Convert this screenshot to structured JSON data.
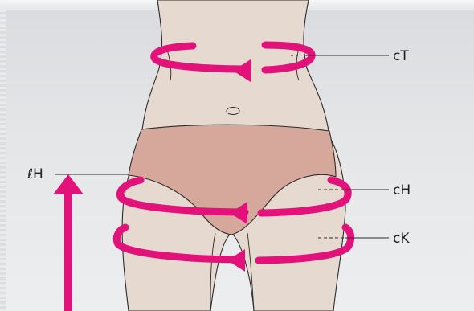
{
  "labels": {
    "waist": "cT",
    "hip": "cH",
    "thigh": "cK",
    "side_length": "ℓH"
  },
  "colors": {
    "arrow": "#e2127a",
    "skin": "#e6d9cf",
    "briefs": "#d6a79b",
    "outline": "#2b2b2b",
    "background": "#e3e5e7"
  },
  "icons": {
    "waist_arrow": "circular-arrow-icon",
    "hip_arrow": "circular-arrow-icon",
    "thigh_arrow": "circular-arrow-icon",
    "length_arrow": "up-arrow-icon"
  }
}
